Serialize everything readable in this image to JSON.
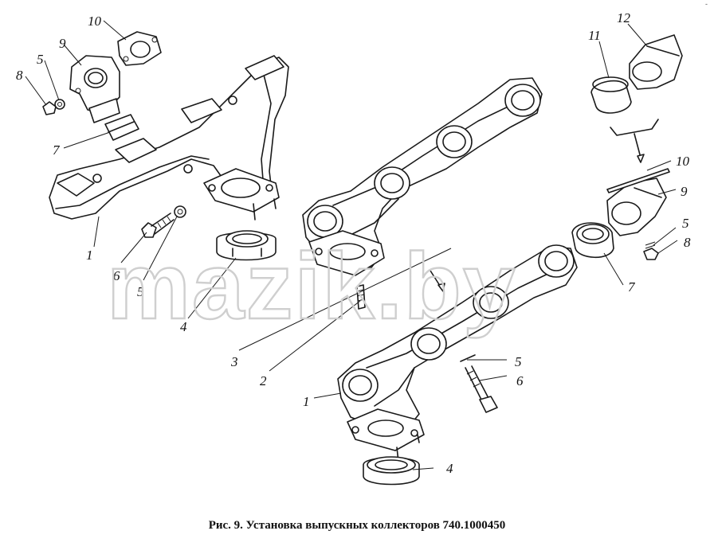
{
  "caption": "Рис. 9. Установка выпускных коллекторов 740.1000450",
  "watermark": "mazik.by",
  "corner_mark": "-",
  "callouts": [
    "1",
    "1",
    "2",
    "3",
    "4",
    "4",
    "5",
    "5",
    "5",
    "5",
    "6",
    "6",
    "7",
    "7",
    "8",
    "8",
    "9",
    "9",
    "10",
    "10",
    "11",
    "12"
  ]
}
